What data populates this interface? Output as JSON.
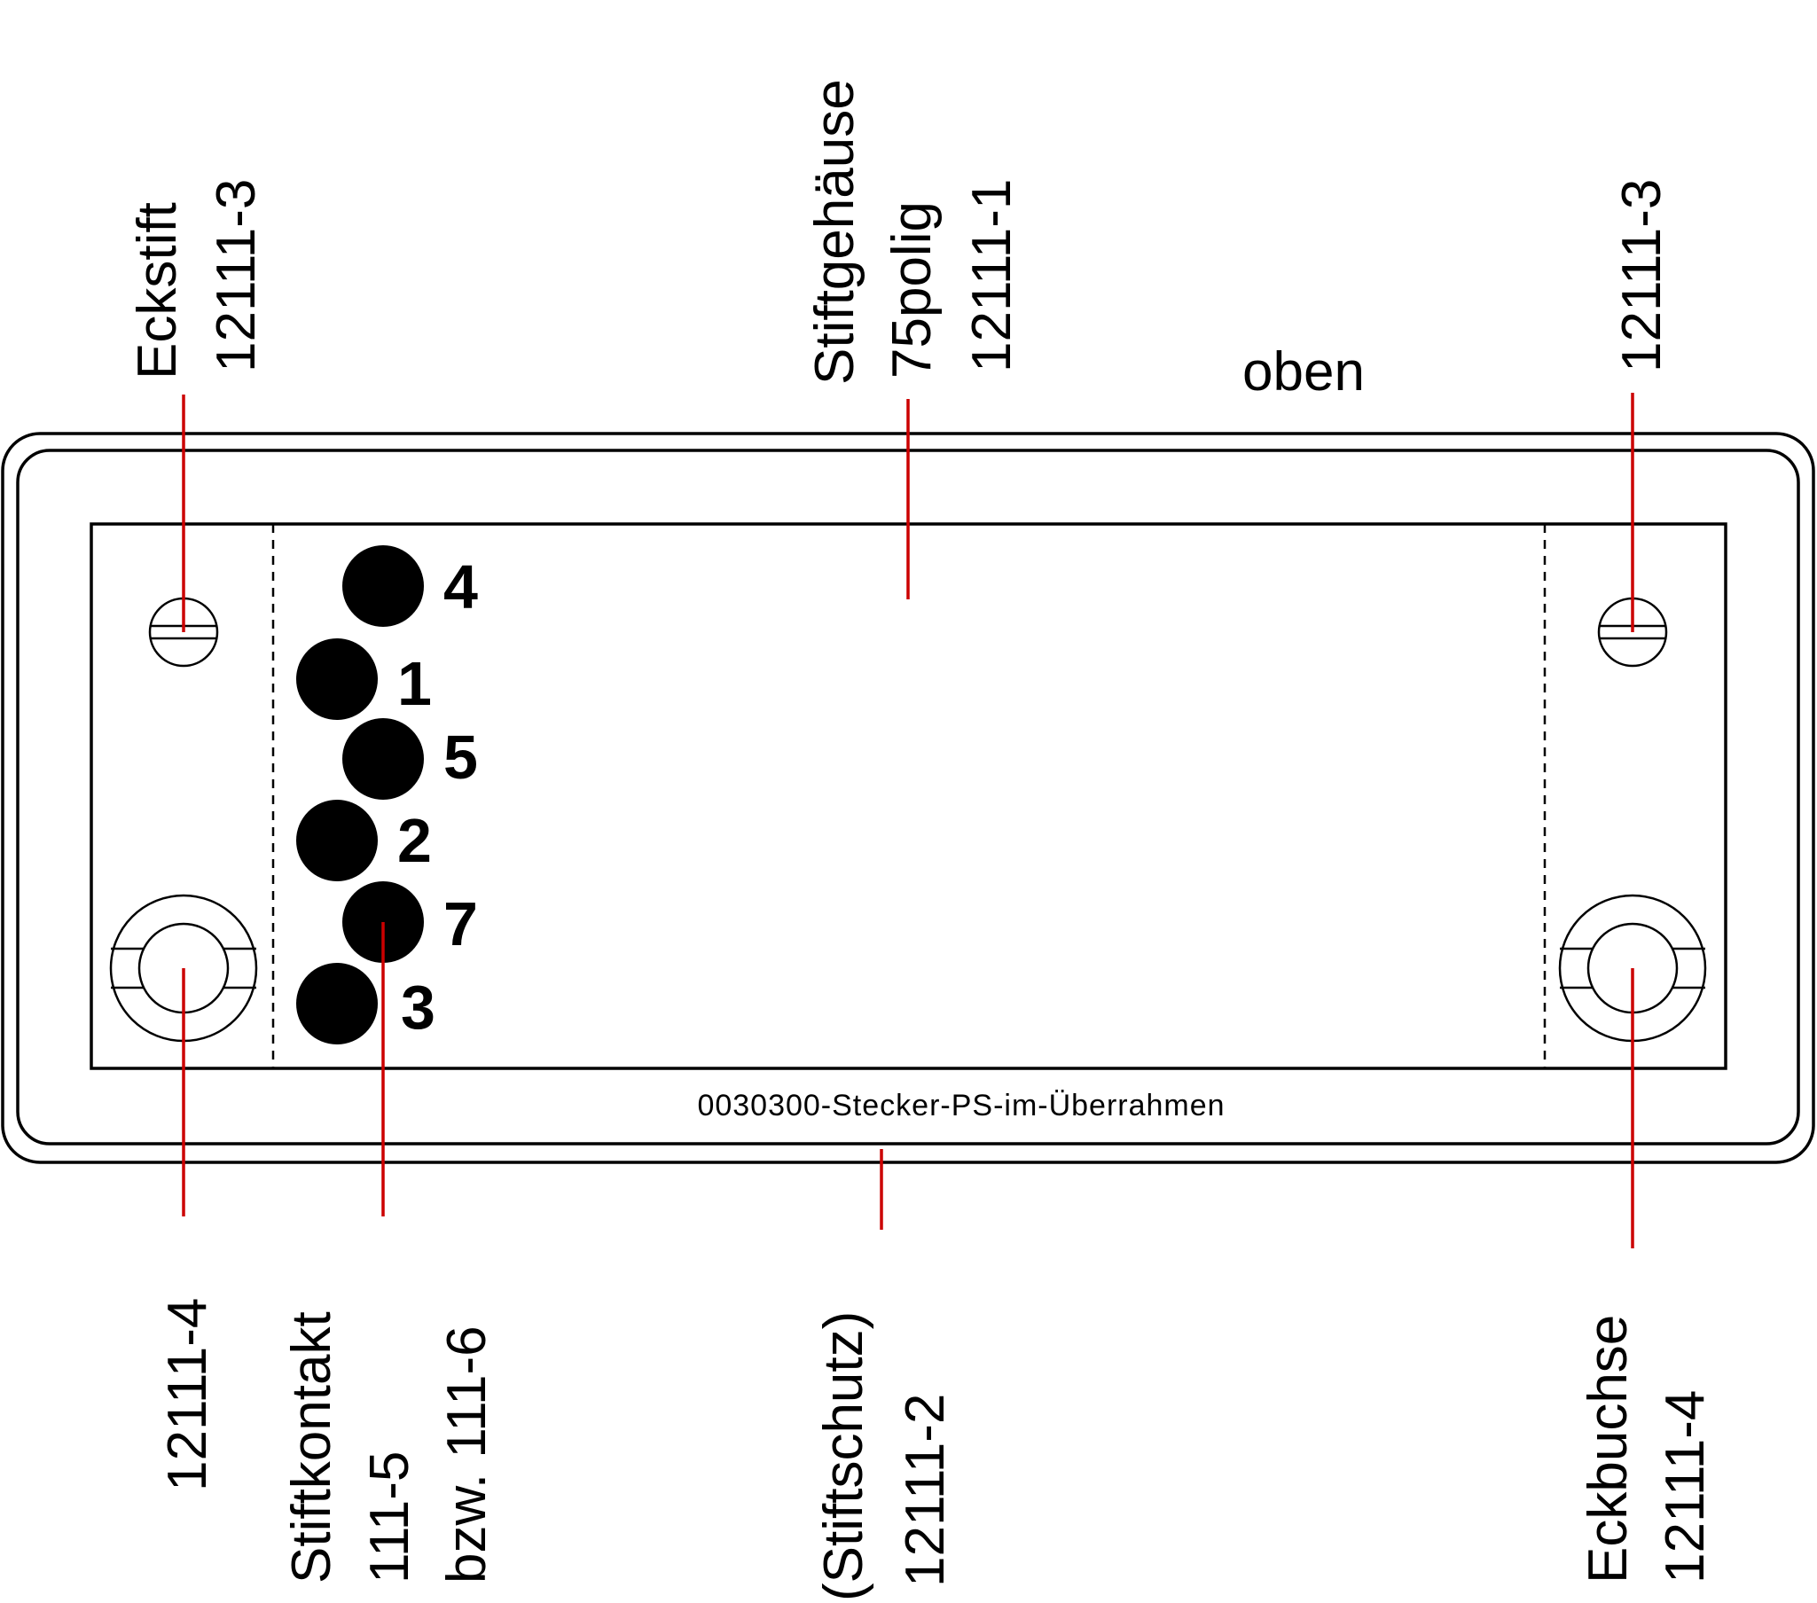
{
  "labels": {
    "top_left_name": "Eckstift",
    "top_left_code": "12111-3",
    "top_center_name": "Stiftgehäuse",
    "top_center_poles": "75polig",
    "top_center_code": "12111-1",
    "top_right_code": "12111-3",
    "orientation": "oben",
    "bottom_left_code": "12111-4",
    "contact_name": "Stiftkontakt",
    "contact_code": "111-5",
    "contact_alt": "bzw. 111-6",
    "guard_name": "(Stiftschutz)",
    "guard_code": "12111-2",
    "socket_name": "Eckbuchse",
    "socket_code": "12111-4"
  },
  "document_id": "0030300-Stecker-PS-im-Überrahmen",
  "contacts": [
    {
      "number": "4"
    },
    {
      "number": "1"
    },
    {
      "number": "5"
    },
    {
      "number": "2"
    },
    {
      "number": "7"
    },
    {
      "number": "3"
    }
  ],
  "colors": {
    "leader": "#cc0000",
    "outline": "#000000",
    "background": "#ffffff"
  }
}
